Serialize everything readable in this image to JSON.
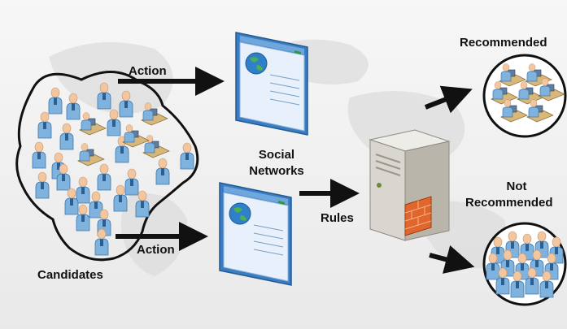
{
  "labels": {
    "action_top": "Action",
    "action_bottom": "Action",
    "candidates": "Candidates",
    "social_networks_line1": "Social",
    "social_networks_line2": "Networks",
    "rules": "Rules",
    "recommended": "Recommended",
    "not_recommended_line1": "Not",
    "not_recommended_line2": "Recommended"
  },
  "colors": {
    "arrow": "#111111",
    "person_body": "#7fb2dc",
    "person_dark": "#3d78b0",
    "browser_frame": "#3b7dc4",
    "browser_page": "#e8f1fb",
    "globe": "#2f7fc9",
    "server": "#d9d6cf",
    "firewall": "#e0662b"
  },
  "icons": [
    "person-icon",
    "desk-worker-icon",
    "browser-window-icon",
    "globe-icon",
    "server-icon",
    "firewall-icon"
  ]
}
